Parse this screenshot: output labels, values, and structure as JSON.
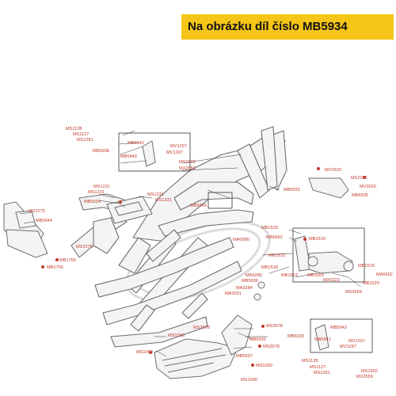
{
  "header": {
    "title": "Na obrázku díl číslo MB5934"
  },
  "colors": {
    "title_bg": "#f5c518",
    "label": "#c0392b",
    "line": "#333333",
    "frame": "#777777",
    "frame_fill": "#f4f4f4",
    "watermark": "#d8d8d8"
  },
  "labels": {
    "ms1128_a": "MS1128",
    "ms1127_a": "MS1127",
    "ms1261_a": "MS1261",
    "mb5942_a": "MB5942",
    "mb5938": "MB5938",
    "mb5940": "MB5940",
    "mv1297_a": "MV1297",
    "mv1297_b": "MV1297",
    "ms1502_a": "MS1502",
    "mx2559_a": "MX2559",
    "ms1231_a": "MS1231",
    "ms1231_b": "MS1231",
    "ms1231_c": "MS1231",
    "ms1231_d": "MS1231",
    "mb5934": "MB5934",
    "mb5945": "MB5945",
    "mb5933": "MB5933",
    "mx2275_a": "MX2275",
    "mb5944": "MB5944",
    "mx2275_b": "MX2275",
    "mb1766_a": "MB1766",
    "mb1766_b": "MB1766",
    "mv2620_a": "MV2620",
    "mx2275_c": "MX2275",
    "mv2620_b": "MV2620",
    "mb5935": "MB5935",
    "mb1520_a": "MB1520",
    "ma6662_a": "MA6662",
    "ma0080": "MA0080",
    "mb1515_a": "MB1515",
    "mb1515_b": "MB1515",
    "mb1518": "MB1518",
    "ma3285": "MA3285",
    "mb5936": "MB5936",
    "ma3284": "MA3284",
    "ma3591": "MA3591",
    "mb1513": "MB1513",
    "mb1669": "MB1669",
    "mx5222": "MX5222",
    "mb1515_c": "MB1515",
    "ma6662_b": "MA6662",
    "mb1520_b": "MB1520",
    "ms4359": "MS4359",
    "ms3578_a": "MS3578",
    "ms3578_b": "MS3578",
    "ms3578_c": "MS3578",
    "ms1090_a": "MS1090",
    "ms1090_b": "MS1090",
    "ms1090_c": "MS1090",
    "ms1090_d": "MS1090",
    "mb5932": "MB5932",
    "mb5937": "MB5937",
    "mb5939": "MB5939",
    "mb5943": "MB5943",
    "mb5941": "MB5941",
    "mv1297_c": "MV1297",
    "mv1297_d": "MV1297",
    "ms1128_b": "MS1128",
    "ms1127_b": "MS1127",
    "ms1261_b": "MS1261",
    "ms1502_b": "MS1502",
    "mx2559_b": "MX2559"
  }
}
